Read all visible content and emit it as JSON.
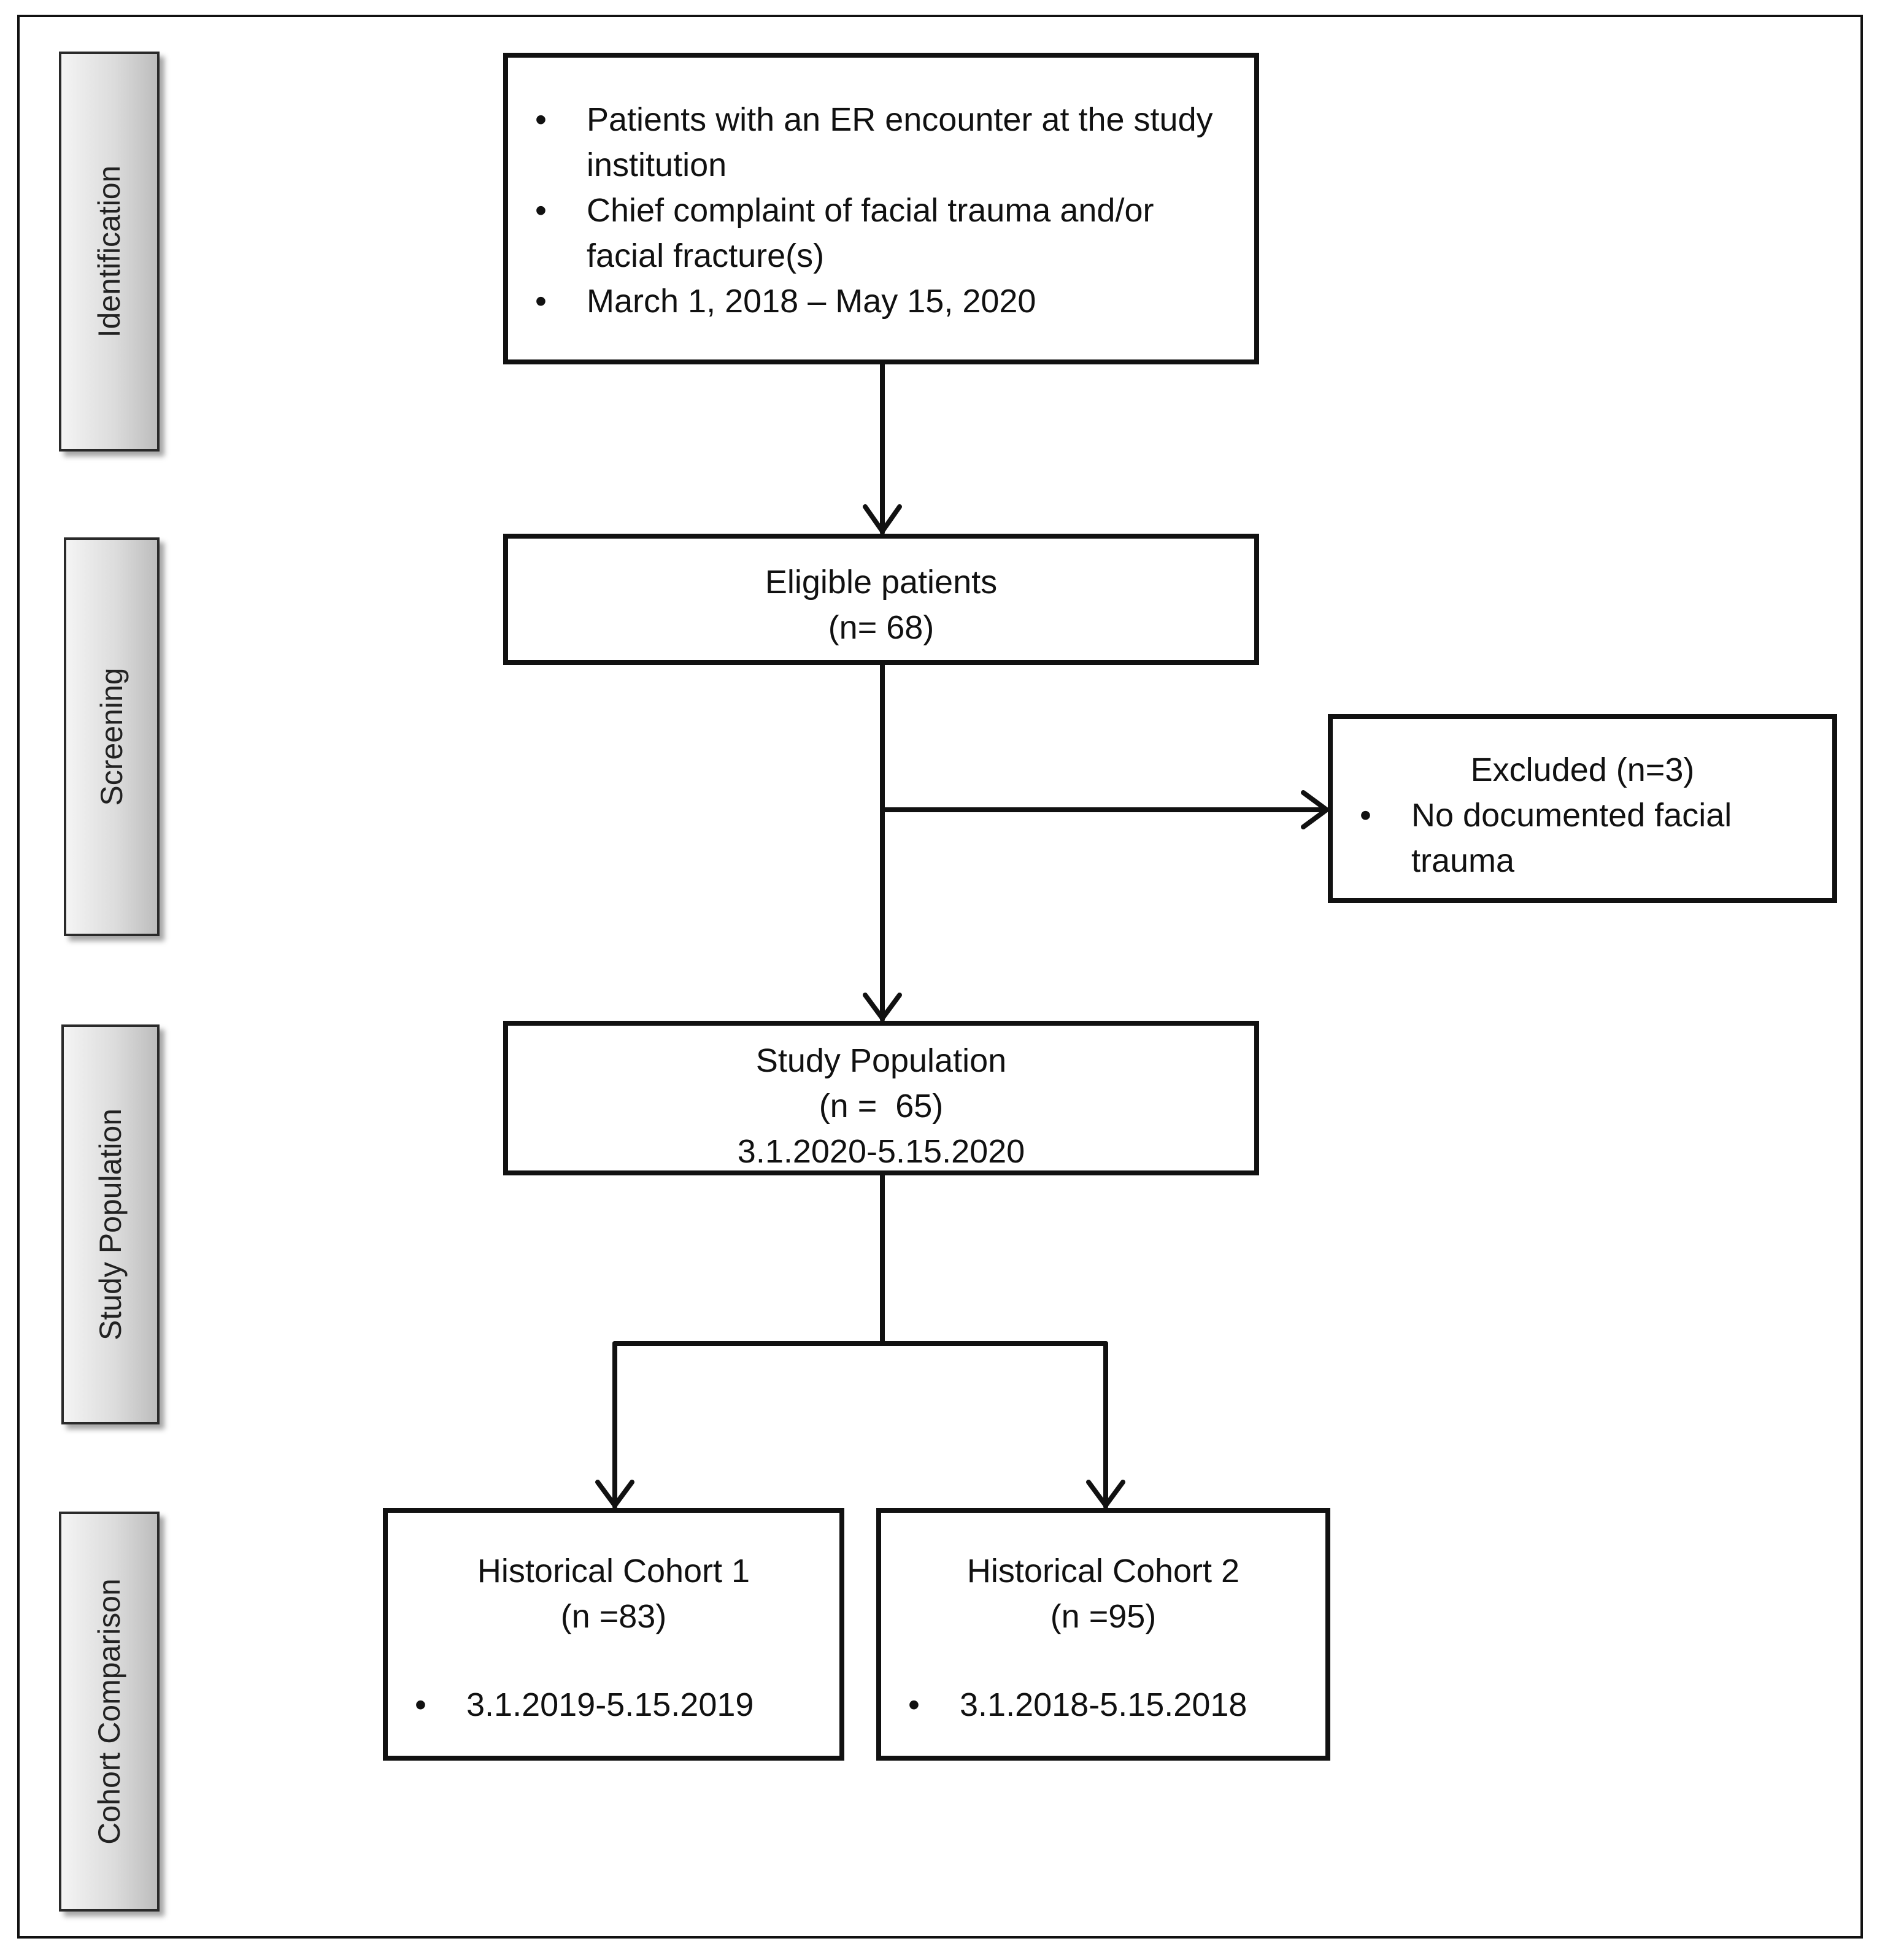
{
  "stages": {
    "identification": "Identification",
    "screening": "Screening",
    "study_population": "Study Population",
    "cohort_comparison": "Cohort Comparison"
  },
  "identification_box": {
    "bullets": [
      "Patients with an ER encounter at the study institution",
      "Chief complaint of facial trauma and/or facial fracture(s)",
      "March 1, 2018 – May 15, 2020"
    ]
  },
  "eligible_box": {
    "title": "Eligible patients",
    "count": "(n= 68)"
  },
  "excluded_box": {
    "title": "Excluded (n=3)",
    "bullets": [
      "No documented facial trauma"
    ]
  },
  "study_box": {
    "title": "Study Population",
    "count": "(n =  65)",
    "dates": "3.1.2020-5.15.2020"
  },
  "cohort1_box": {
    "title": "Historical Cohort 1",
    "count": "(n =83)",
    "bullets": [
      "3.1.2019-5.15.2019"
    ]
  },
  "cohort2_box": {
    "title": "Historical Cohort 2",
    "count": "(n =95)",
    "bullets": [
      "3.1.2018-5.15.2018"
    ]
  }
}
